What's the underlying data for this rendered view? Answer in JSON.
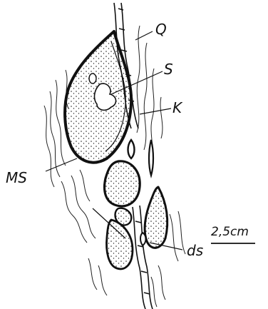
{
  "figure": {
    "labels": {
      "q": "Q",
      "s": "S",
      "k": "K",
      "ms": "MS",
      "ds": "ds",
      "scale": "2,5cm"
    }
  }
}
